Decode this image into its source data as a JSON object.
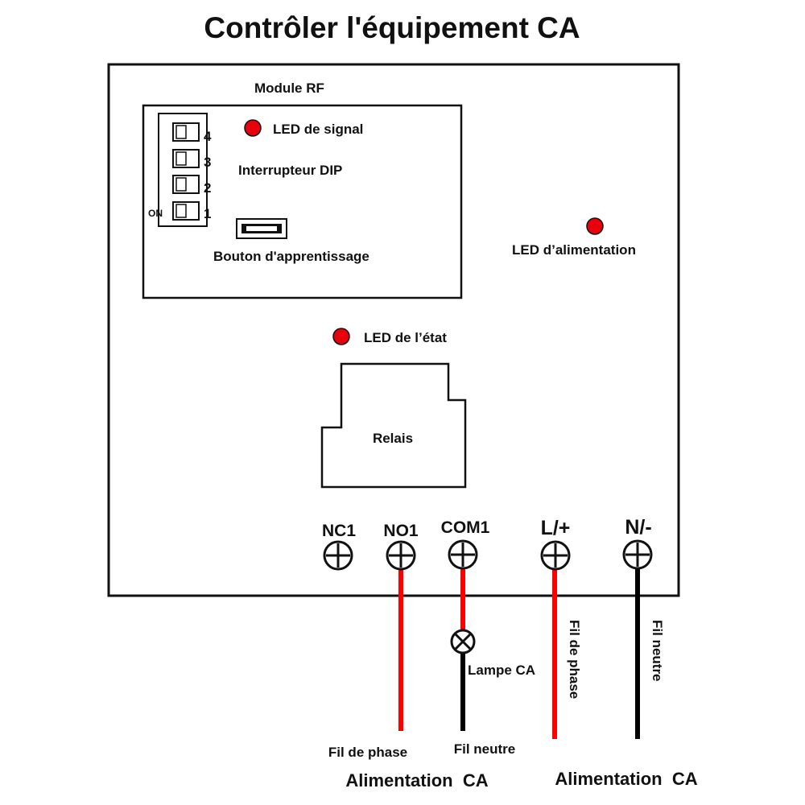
{
  "title": "Contrôler l'équipement CA",
  "rf_module": {
    "label": "Module RF",
    "dip_label": "Interrupteur DIP",
    "dip_on_label": "ON",
    "dip_numbers": [
      "4",
      "3",
      "2",
      "1"
    ],
    "signal_led_label": "LED de signal",
    "learn_button_label": "Bouton d'apprentissage"
  },
  "power_led_label": "LED d’alimentation",
  "status_led_label": "LED de l’état",
  "relay_label": "Relais",
  "terminals": [
    "NC1",
    "NO1",
    "COM1",
    "L/+",
    "N/-"
  ],
  "wires": {
    "no1_phase": "Fil de phase",
    "lamp_neutral": "Fil neutre",
    "lamp": "Lampe CA",
    "l_phase": "Fil de phase",
    "n_neutral": "Fil neutre"
  },
  "supply_labels": [
    "Alimentation  CA",
    "Alimentation  CA"
  ],
  "colors": {
    "led": "#e8000d",
    "phase_wire": "#ff0000",
    "neutral_wire": "#000000",
    "outline": "#111111"
  }
}
